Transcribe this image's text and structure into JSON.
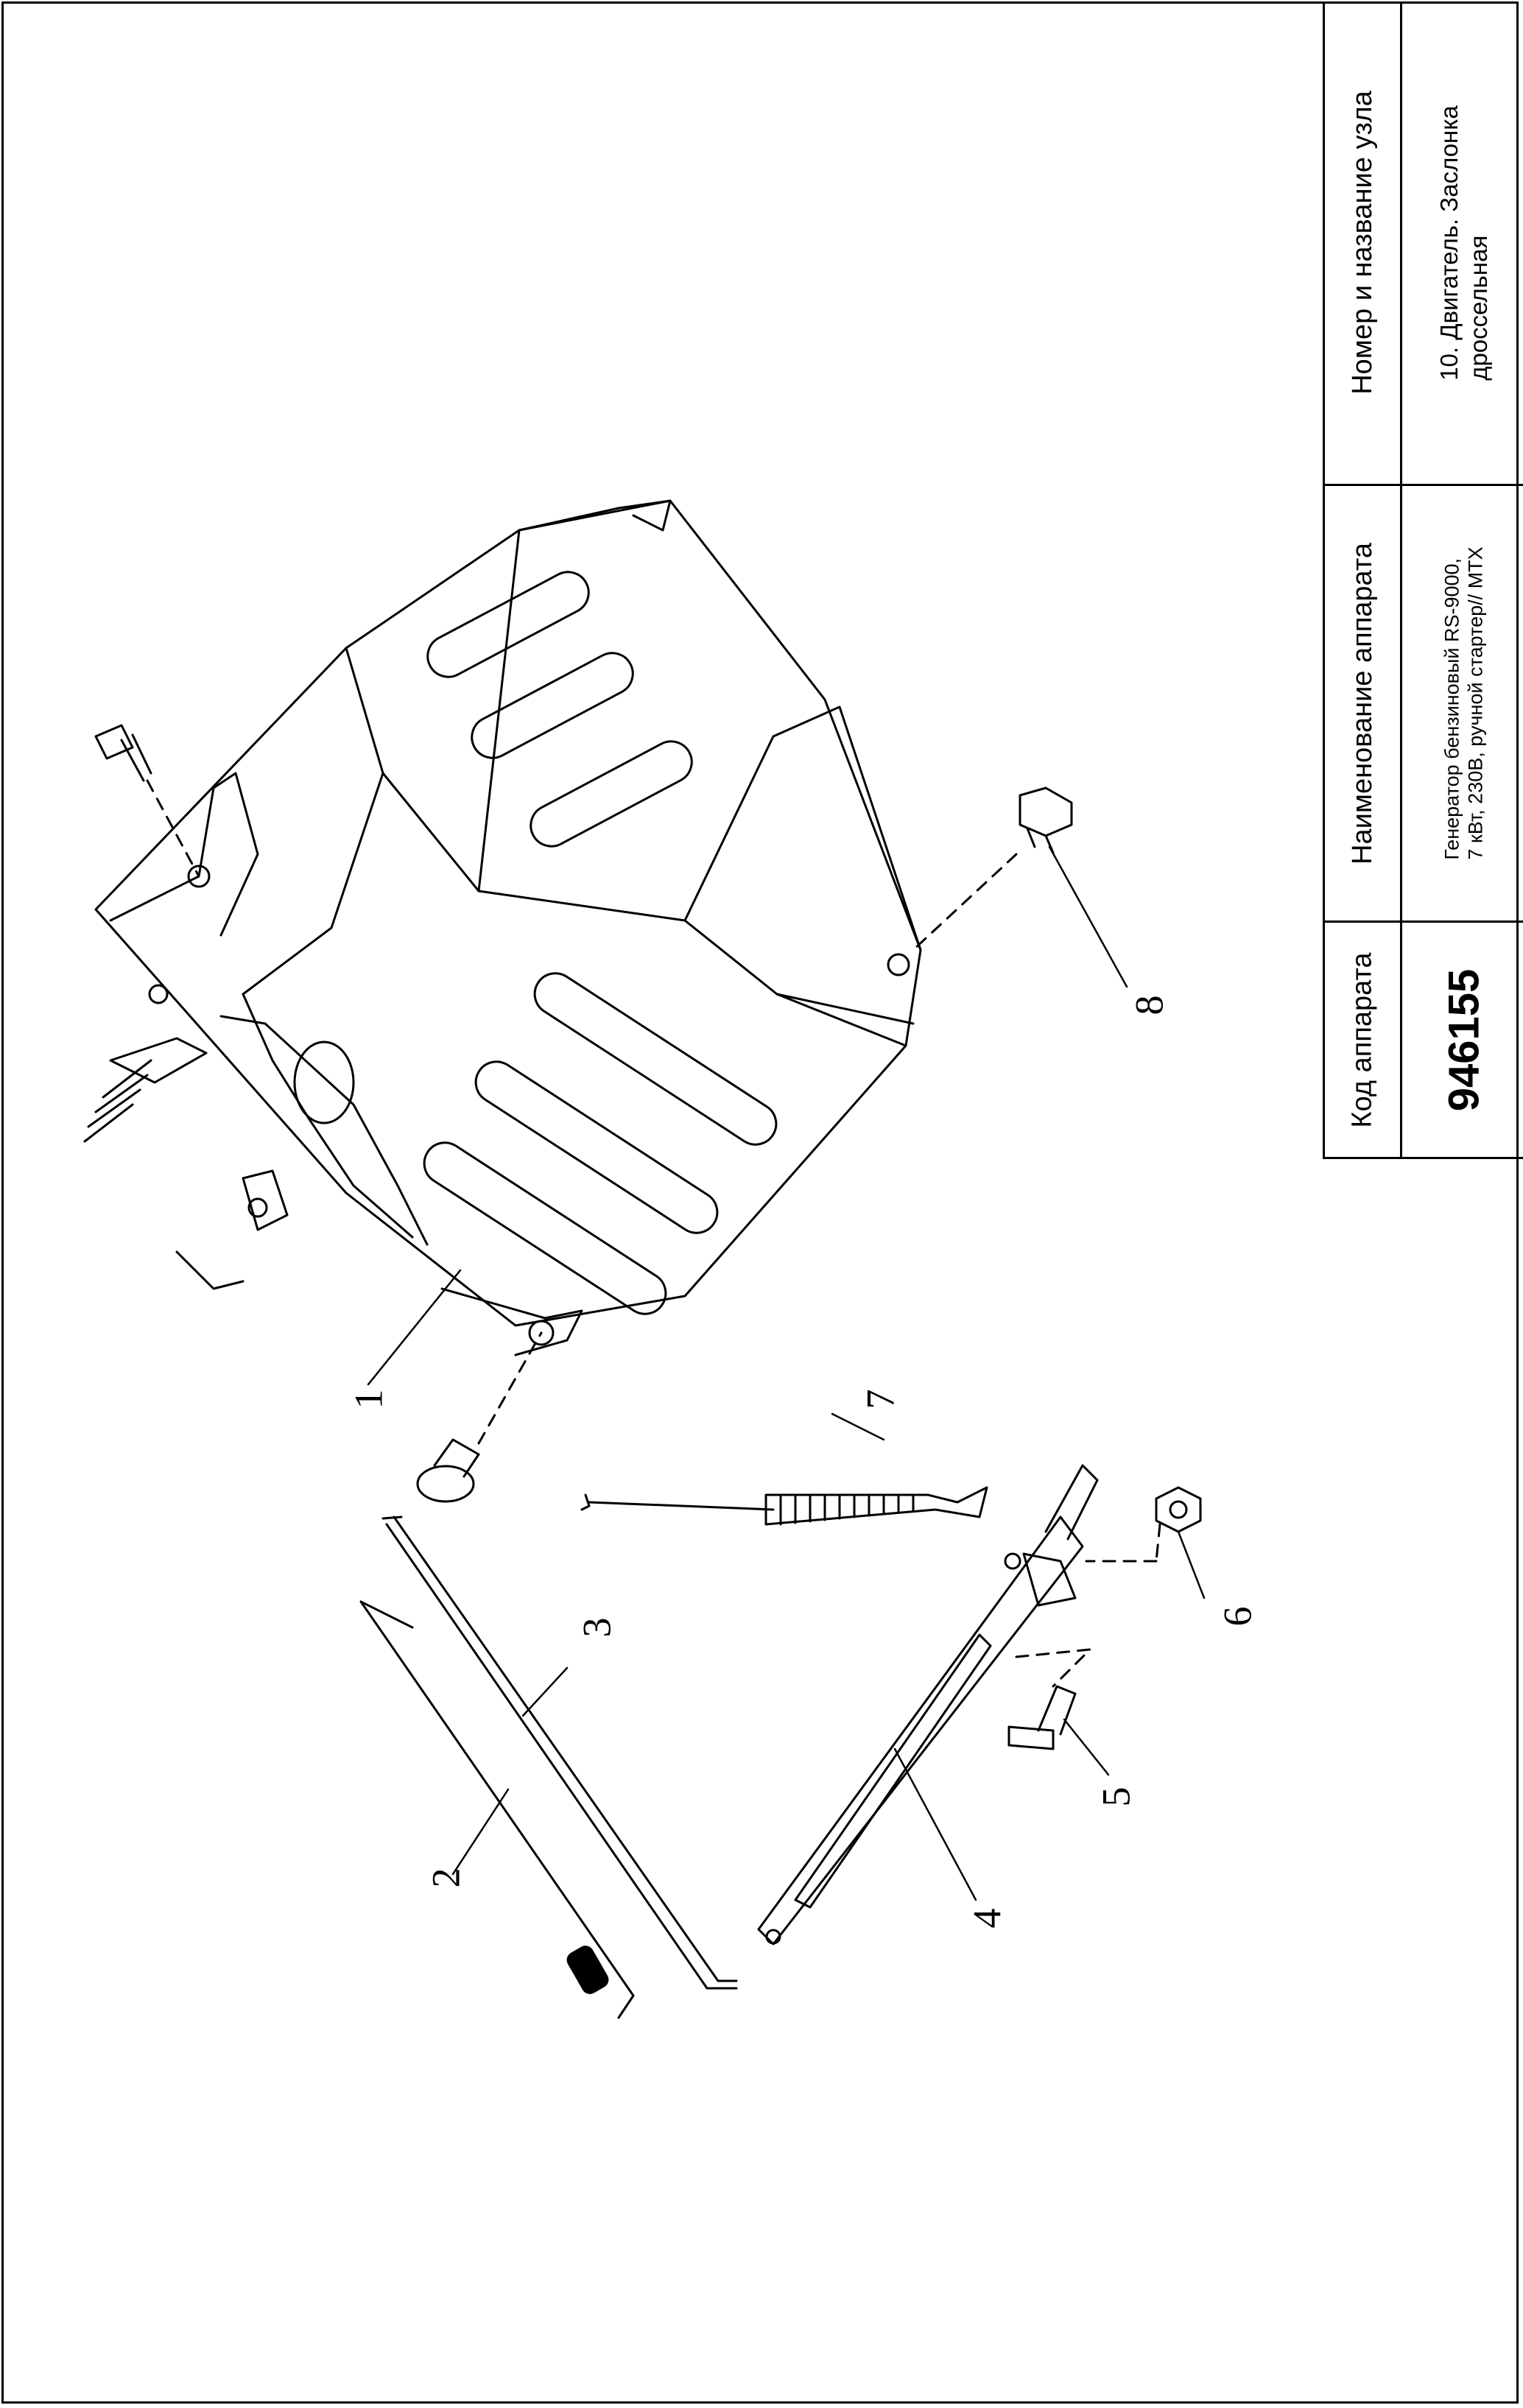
{
  "title_block": {
    "code_header": "Код аппарата",
    "code_value": "946155",
    "name_header": "Наименование аппарата",
    "name_line1": "Генератор бензиновый RS-9000,",
    "name_line2": "7 кВт, 230В, ручной стартер// MTX",
    "node_header": "Номер и название узла",
    "node_line1": "10. Двигатель. Заслонка",
    "node_line2": "дроссельная"
  },
  "callouts": {
    "c1": "1",
    "c2": "2",
    "c3": "3",
    "c4": "4",
    "c5": "5",
    "c6": "6",
    "c7": "7",
    "c8": "8"
  }
}
